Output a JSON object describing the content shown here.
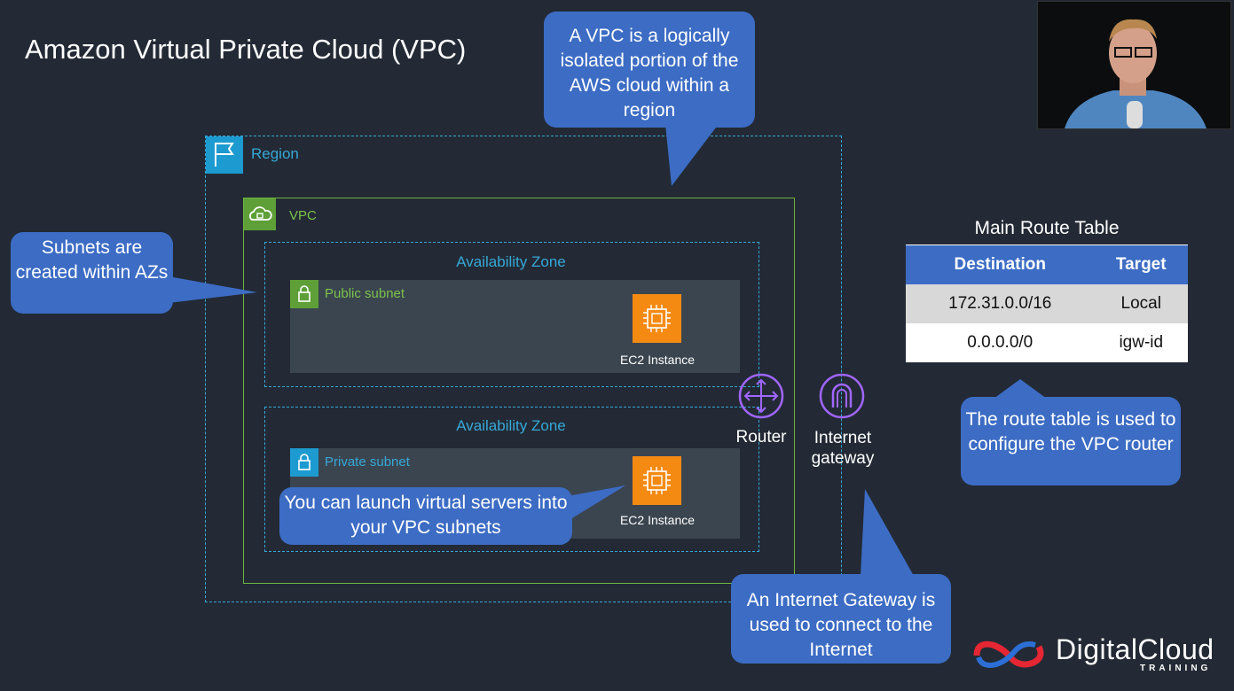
{
  "slide": {
    "title": "Amazon Virtual Private Cloud (VPC)"
  },
  "diagram": {
    "region_label": "Region",
    "vpc_label": "VPC",
    "az_labels": [
      "Availability Zone",
      "Availability Zone"
    ],
    "public_subnet_label": "Public subnet",
    "private_subnet_label": "Private subnet",
    "ec2_labels": [
      "EC2 Instance",
      "EC2 Instance"
    ],
    "router_label": "Router",
    "igw_label_line1": "Internet",
    "igw_label_line2": "gateway"
  },
  "callouts": {
    "vpc": "A VPC is a logically isolated portion of the AWS cloud within a region",
    "subnets": "Subnets are created within AZs",
    "launch": "You can launch virtual servers into your VPC subnets",
    "igw": "An Internet Gateway is used to connect to the Internet",
    "route": "The route table is used to configure the VPC router"
  },
  "route_table": {
    "title": "Main Route Table",
    "headers": [
      "Destination",
      "Target"
    ],
    "rows": [
      [
        "172.31.0.0/16",
        "Local"
      ],
      [
        "0.0.0.0/0",
        "igw-id"
      ]
    ]
  },
  "logo": {
    "name": "DigitalCloud",
    "tagline": "TRAINING"
  },
  "colors": {
    "background": "#232a35",
    "region": "#36a8d8",
    "vpc": "#6fb33f",
    "callout": "#3c6cc4",
    "ec2": "#f58a13",
    "router": "#a166ff"
  },
  "icons": [
    "region-flag-icon",
    "vpc-cloud-icon",
    "lock-icon",
    "ec2-chip-icon",
    "router-icon",
    "internet-gateway-icon",
    "presenter-video",
    "digitalcloud-logo-icon"
  ]
}
